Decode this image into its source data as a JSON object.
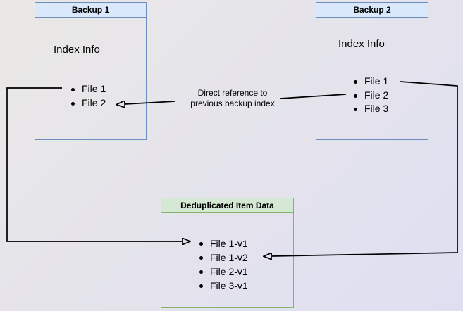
{
  "colors": {
    "blue_fill": "#dae8fc",
    "blue_border": "#6c8ebf",
    "green_fill": "#d5e8d4",
    "green_border": "#82b366",
    "line": "#000000",
    "bg_from": "#eae8e5",
    "bg_to": "#dfdff2"
  },
  "backup1": {
    "title": "Backup 1",
    "subtitle": "Index Info",
    "items": [
      "File 1",
      "File 2"
    ]
  },
  "backup2": {
    "title": "Backup 2",
    "subtitle": "Index Info",
    "items": [
      "File 1",
      "File 2",
      "File 3"
    ]
  },
  "dedup": {
    "title": "Deduplicated Item Data",
    "items": [
      "File 1-v1",
      "File 1-v2",
      "File 2-v1",
      "File 3-v1"
    ]
  },
  "annotation": {
    "line1": "Direct reference to",
    "line2": "previous backup index"
  }
}
